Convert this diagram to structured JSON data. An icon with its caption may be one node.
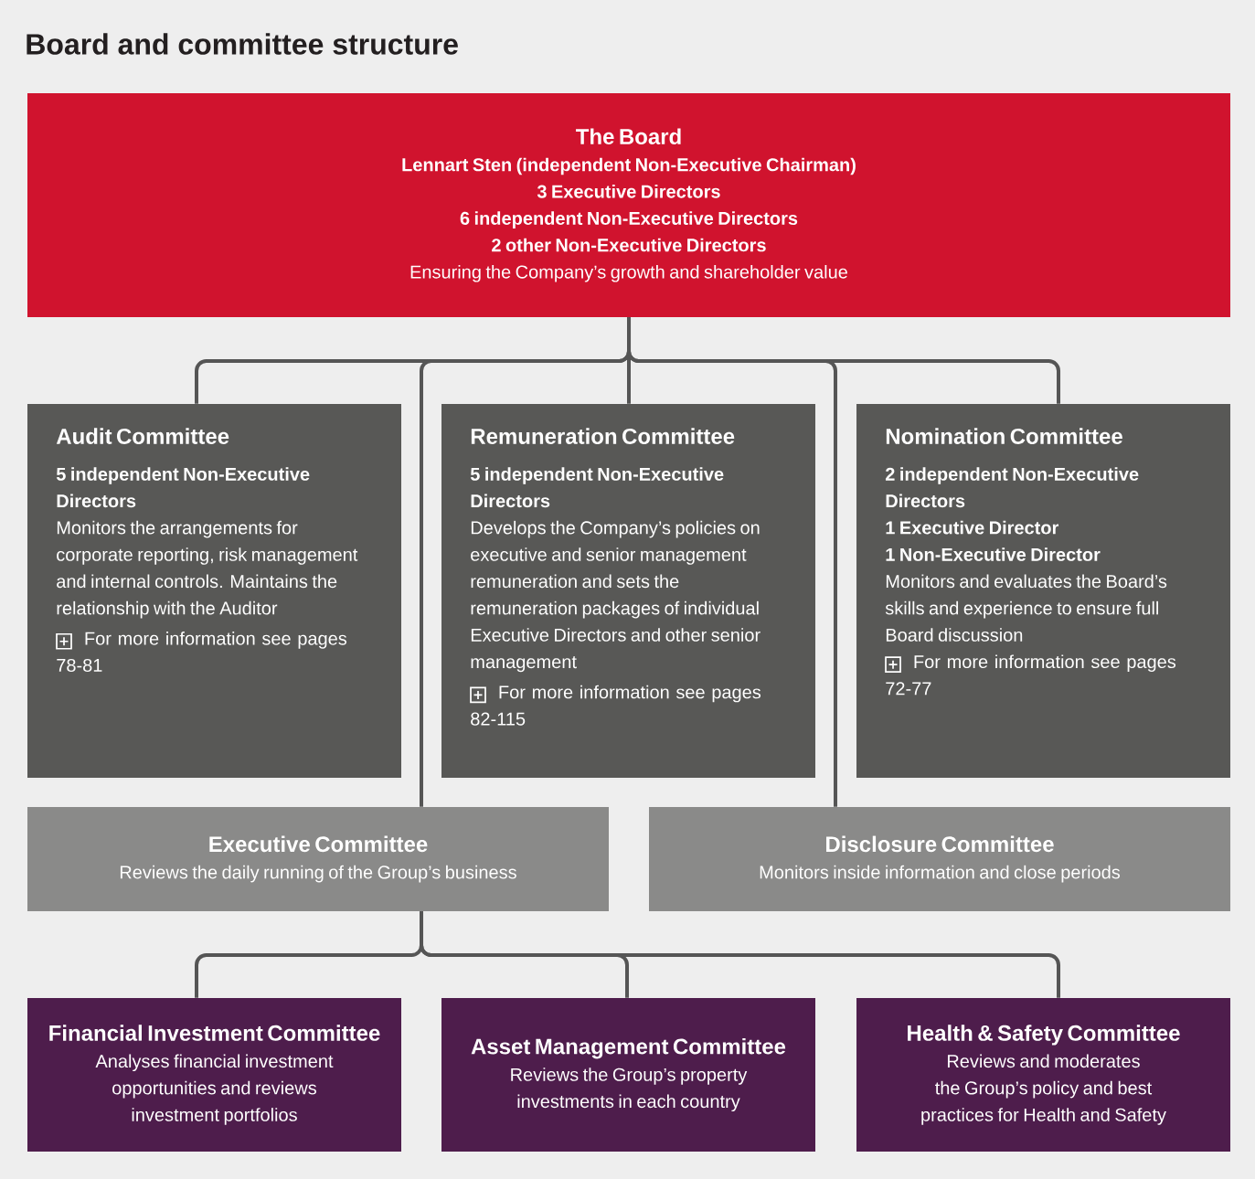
{
  "diagram": {
    "title": "Board and committee structure",
    "nodes": [
      {
        "text": [
          "The Board",
          "Lennart Sten (independent Non-Executive Chairman)",
          "3 Executive Directors",
          "6 independent Non-Executive Directors",
          "2 other Non-Executive Directors",
          "Ensuring the Company’s growth and shareholder value"
        ]
      },
      {
        "text": [
          "Audit Committee",
          "5 independent Non-Executive Directors",
          "Monitors the arrangements for corporate reporting, risk management and internal controls. Maintains the relationship with the Auditor",
          "For more information see pages 78-81"
        ]
      },
      {
        "text": [
          "Remuneration Committee",
          "5 independent Non-Executive Directors",
          "Develops the Company’s policies on executive and senior management remuneration and sets the remuneration packages of individual Executive Directors and other senior management",
          "For more information see pages 82-115"
        ]
      },
      {
        "text": [
          "Nomination Committee",
          "2 independent Non-Executive Directors",
          "1 Executive Director",
          "1 Non-Executive Director",
          "Monitors and evaluates the Board’s skills and experience to ensure full Board discussion",
          "For more information see pages 72-77"
        ]
      },
      {
        "text": [
          "Executive Committee",
          "Reviews the daily running of the Group’s business"
        ]
      },
      {
        "text": [
          "Disclosure Committee",
          "Monitors inside information and close periods"
        ]
      },
      {
        "text": [
          "Financial Investment Committee",
          "Analyses financial investment opportunities and reviews investment portfolios"
        ]
      },
      {
        "text": [
          "Asset Management Committee",
          "Reviews the Group’s property investments in each country"
        ]
      },
      {
        "text": [
          "Health & Safety Committee",
          "Reviews and moderates the Group’s policy and best practices for Health and Safety"
        ]
      }
    ],
    "edges": [
      {
        "from": 0,
        "to": 1,
        "arrow": "none"
      },
      {
        "from": 0,
        "to": 2,
        "arrow": "none"
      },
      {
        "from": 0,
        "to": 3,
        "arrow": "none"
      },
      {
        "from": 0,
        "to": 4,
        "arrow": "none"
      },
      {
        "from": 0,
        "to": 5,
        "arrow": "none"
      },
      {
        "from": 4,
        "to": 6,
        "arrow": "none"
      },
      {
        "from": 4,
        "to": 7,
        "arrow": "none"
      },
      {
        "from": 4,
        "to": 8,
        "arrow": "none"
      }
    ]
  }
}
